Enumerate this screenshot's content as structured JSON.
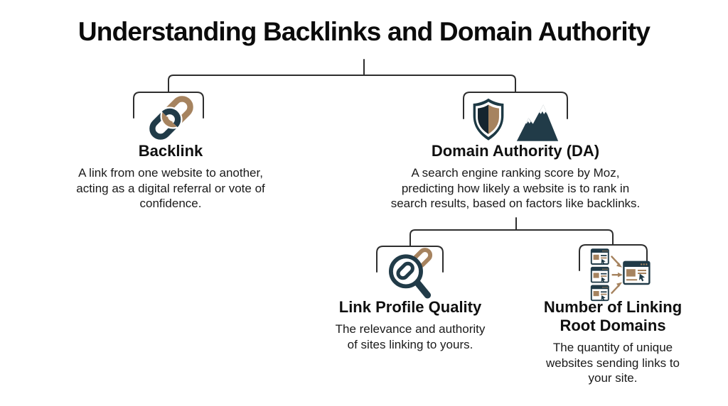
{
  "title": "Understanding Backlinks and Domain Authority",
  "colors": {
    "accent_tan": "#A6835F",
    "accent_dark": "#213B48",
    "shield_dark_half": "#15252F",
    "connector_line": "#2E2E2E",
    "text": "#121212",
    "background": "#FFFFFF"
  },
  "nodes": {
    "backlink": {
      "heading": "Backlink",
      "description": "A link from one website to another,\nacting as a digital referral or vote of\nconfidence.",
      "icon": "chain-link-icon"
    },
    "domain_authority": {
      "heading": "Domain Authority (DA)",
      "description": "A search engine ranking score by Moz,\npredicting how likely a website is to rank in\nsearch results, based on factors like backlinks.",
      "icons": [
        "shield-icon",
        "mountain-icon"
      ]
    },
    "link_profile_quality": {
      "heading": "Link Profile Quality",
      "description": "The relevance and authority\nof sites linking to yours.",
      "icon": "magnifier-link-icon"
    },
    "linking_root_domains": {
      "heading": "Number of Linking\nRoot Domains",
      "description": "The quantity of unique\nwebsites sending links to\nyour site.",
      "icon": "linking-domains-icon"
    }
  }
}
